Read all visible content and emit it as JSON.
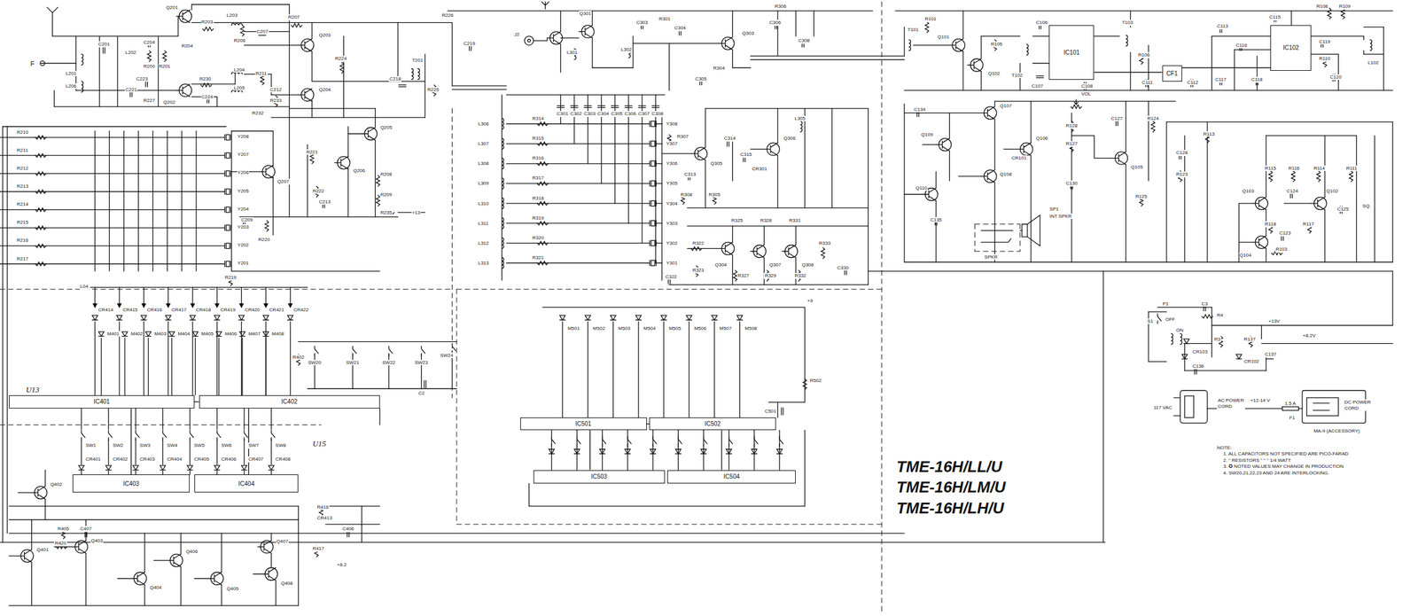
{
  "diagram": {
    "nodes": [
      {
        "text": [
          "IC401"
        ]
      },
      {
        "text": [
          "IC402"
        ]
      },
      {
        "text": [
          "IC403"
        ]
      },
      {
        "text": [
          "IC404"
        ]
      },
      {
        "text": [
          "IC501"
        ]
      },
      {
        "text": [
          "IC502"
        ]
      },
      {
        "text": [
          "IC503"
        ]
      },
      {
        "text": [
          "IC504"
        ]
      },
      {
        "text": [
          "IC101"
        ]
      },
      {
        "text": [
          "CF1"
        ]
      },
      {
        "text": [
          "IC102"
        ]
      }
    ],
    "edges": [
      {
        "from": 0,
        "to": 1,
        "arrow": "none"
      },
      {
        "from": 0,
        "to": 2,
        "arrow": "none"
      },
      {
        "from": 1,
        "to": 3,
        "arrow": "none"
      },
      {
        "from": 4,
        "to": 5,
        "arrow": "none"
      },
      {
        "from": 4,
        "to": 6,
        "arrow": "none"
      },
      {
        "from": 5,
        "to": 7,
        "arrow": "none"
      },
      {
        "from": 8,
        "to": 9,
        "arrow": "none"
      },
      {
        "from": 9,
        "to": 10,
        "arrow": "none"
      }
    ],
    "labels": [
      "F",
      "L201",
      "L206",
      "C201",
      "L202",
      "C204",
      "R200",
      "R201",
      "Q201",
      "R203",
      "L203",
      "R204",
      "R206",
      "C207",
      "R207",
      "Q203",
      "R224",
      "Q204",
      "L204",
      "R211",
      "C212",
      "Q202",
      "R230",
      "C224",
      "C221",
      "C223",
      "R227",
      "L205",
      "R232",
      "R233",
      "R226",
      "C219",
      "T201",
      "C218",
      "R225",
      "J2",
      "Q301",
      "L301",
      "L302",
      "C303",
      "R301",
      "C304",
      "Q303",
      "R304",
      "C305",
      "C306",
      "R306",
      "C308",
      "C301",
      "C302",
      "C303",
      "C304",
      "C305",
      "C306",
      "C307",
      "C308",
      "R314",
      "R315",
      "R316",
      "R317",
      "R318",
      "R319",
      "R320",
      "R321",
      "L306",
      "L307",
      "L308",
      "L309",
      "L310",
      "L311",
      "L312",
      "L313",
      "Y308",
      "Y307",
      "Y306",
      "Y305",
      "Y304",
      "Y303",
      "Y302",
      "Y301",
      "Q305",
      "R307",
      "C313",
      "R308",
      "R305",
      "C314",
      "C315",
      "CR301",
      "Q306",
      "L305",
      "R325",
      "R328",
      "R331",
      "R322",
      "R323",
      "C322",
      "Q304",
      "Q307",
      "Q308",
      "R327",
      "R329",
      "R332",
      "R333",
      "C330",
      "+9",
      "M501",
      "M502",
      "M503",
      "M504",
      "M505",
      "M506",
      "M507",
      "M508",
      "R502",
      "C501",
      "SW20",
      "SW21",
      "SW22",
      "SW23",
      "SW24",
      "C2",
      "R402",
      "R210",
      "R211",
      "R212",
      "R213",
      "R214",
      "R215",
      "R216",
      "R217",
      "Y208",
      "Y207",
      "Y206",
      "Y205",
      "Y204",
      "Y203",
      "Y202",
      "Y201",
      "Q207",
      "Q206",
      "Q205",
      "R221",
      "R222",
      "C213",
      "R208",
      "R209",
      "R235",
      "+13",
      "C209",
      "R220",
      "R219",
      "L04",
      "CR414",
      "CR415",
      "CR416",
      "CR417",
      "CR418",
      "CR419",
      "CR420",
      "CR421",
      "CR422",
      "M401",
      "M402",
      "M403",
      "M404",
      "M405",
      "M406",
      "M407",
      "M408",
      "SW1",
      "SW2",
      "SW3",
      "SW4",
      "SW5",
      "SW6",
      "SW7",
      "SW8",
      "CR401",
      "CR402",
      "CR403",
      "CR404",
      "CR405",
      "CR406",
      "CR407",
      "CR408",
      "U13",
      "U15",
      "Q401",
      "Q402",
      "R405",
      "R420",
      "C407",
      "Q403",
      "Q406",
      "Q404",
      "Q405",
      "Q407",
      "Q408",
      "R416",
      "CR413",
      "C406",
      "R417",
      "+8.2",
      "T101",
      "R101",
      "Q101",
      "Q102",
      "R105",
      "T102",
      "C106",
      "C107",
      "C108",
      "T103",
      "R106",
      "C111",
      "C112",
      "C113",
      "C116",
      "C117",
      "C118",
      "R108",
      "R109",
      "C115",
      "C119",
      "R110",
      "C120",
      "L102",
      "C134",
      "Q109",
      "Q107",
      "Q108",
      "Q110",
      "Q106",
      "CR101",
      "R128",
      "VOL",
      "R127",
      "R124",
      "C127",
      "C128",
      "R123",
      "C130",
      "C135",
      "R125",
      "Q105",
      "SP1",
      "INT SPKR",
      "SPKR",
      "R113",
      "R115",
      "R116",
      "R114",
      "R111",
      "SQ.",
      "C124",
      "C125",
      "Q103",
      "Q102",
      "R118",
      "R117",
      "C123",
      "Q104",
      "R103",
      "P1",
      "C3",
      "R4",
      "S1",
      "OFF",
      "ON",
      "R3",
      "CR103",
      "C136",
      "R137",
      "CR102",
      "C137",
      "+13V",
      "+8.2V",
      "117 VAC",
      "AC POWER CORD",
      "+12-14 V",
      "1.5 A",
      "F1",
      "DC POWER CORD",
      "MA-9 (ACCESSORY)",
      "NOTE:",
      "1. ALL CAPACITORS NOT SPECIFIED ARE PICO-FARAD",
      "2. \" RESISTORS \" \" \" 1/4 WATT",
      "3. ✪ NOTED VALUES MAY CHANGE IN PRODUCTION",
      "4. SW20,21,22,23 AND 24 ARE INTERLOCKING.",
      "TME-16H/LL/U",
      "TME-16H/LM/U",
      "TME-16H/LH/U"
    ]
  }
}
